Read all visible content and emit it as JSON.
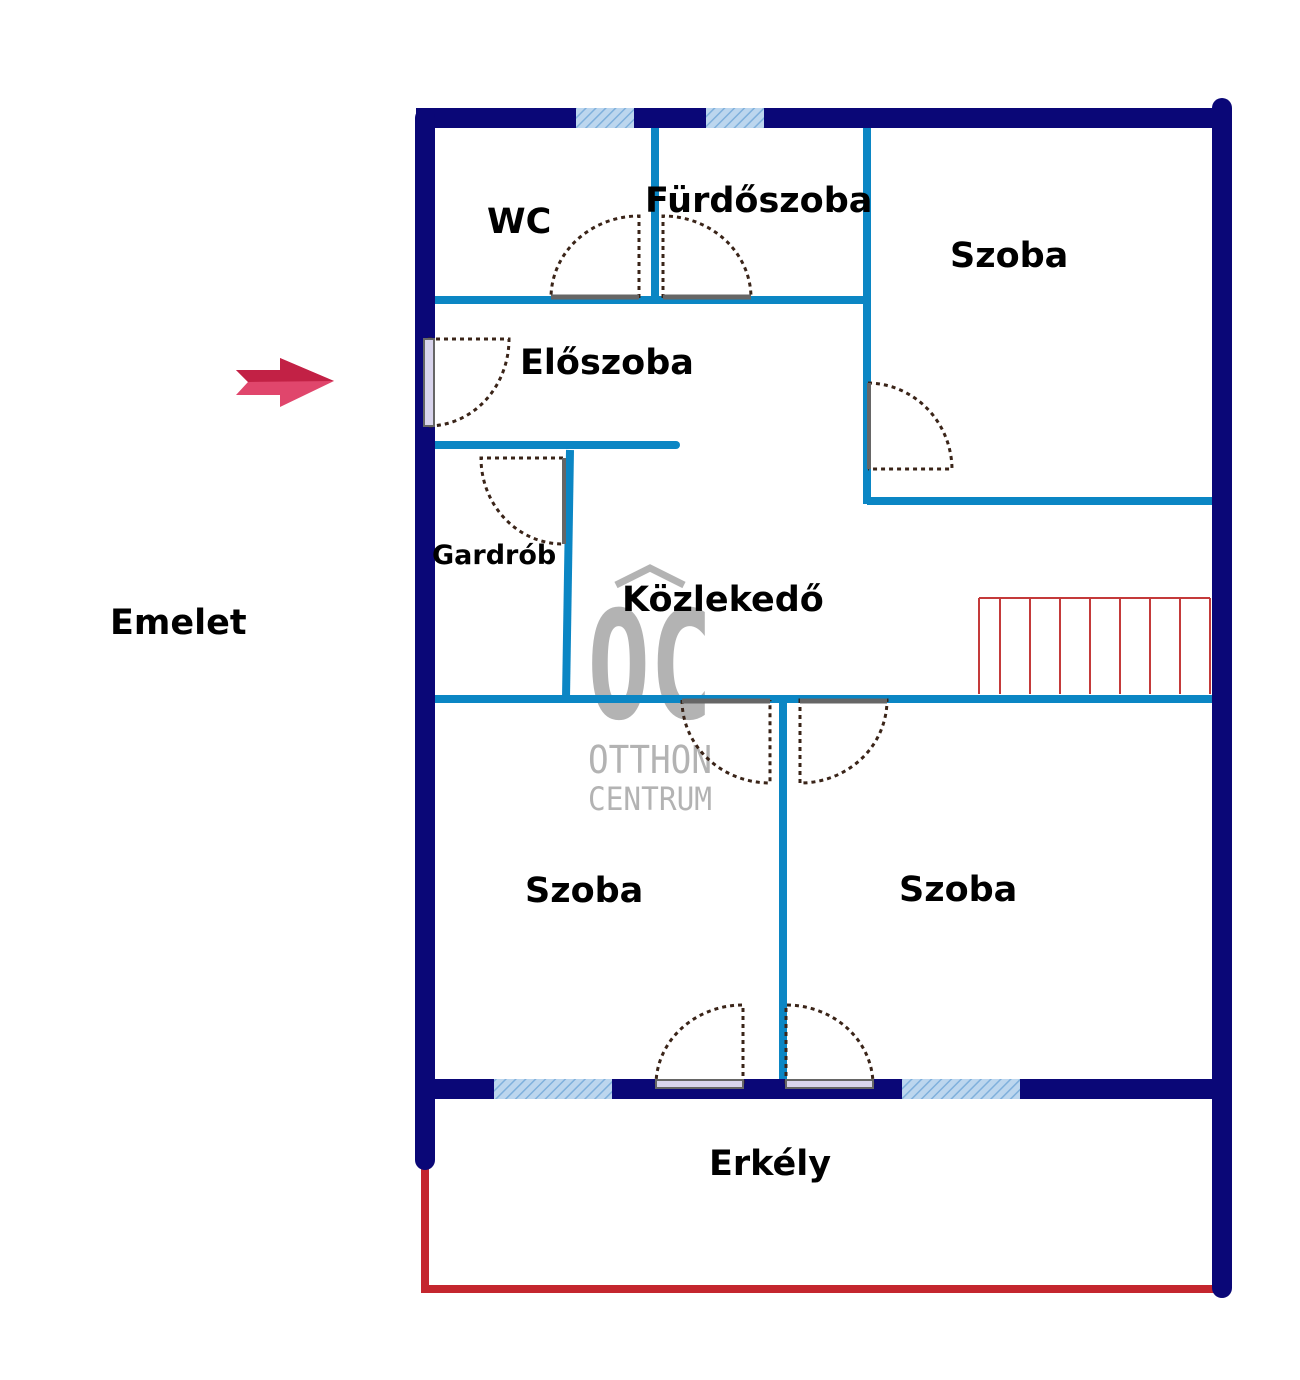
{
  "floor_label": "Emelet",
  "rooms": {
    "wc": "WC",
    "bathroom": "Fürdőszoba",
    "room_top_right": "Szoba",
    "hall": "Előszoba",
    "wardrobe": "Gardrób",
    "corridor": "Közlekedő",
    "room_bottom_left": "Szoba",
    "room_bottom_right": "Szoba",
    "balcony": "Erkély"
  },
  "watermark": {
    "logo": "OC",
    "line1": "OTTHON",
    "line2": "CENTRUM"
  },
  "colors": {
    "outer_wall": "#0a0777",
    "inner_wall": "#0b86c4",
    "balcony_rail": "#c4262e",
    "stairs": "#c43a3a",
    "window": "#9ec4e6",
    "door_swing": "#3a2418",
    "door_leaf": "#666666",
    "entrance_arrow": "#c8234b",
    "watermark": "#b3b3b3"
  },
  "icons": {
    "entrance": "arrow-right-icon",
    "logo": "otthon-centrum-logo-icon"
  }
}
